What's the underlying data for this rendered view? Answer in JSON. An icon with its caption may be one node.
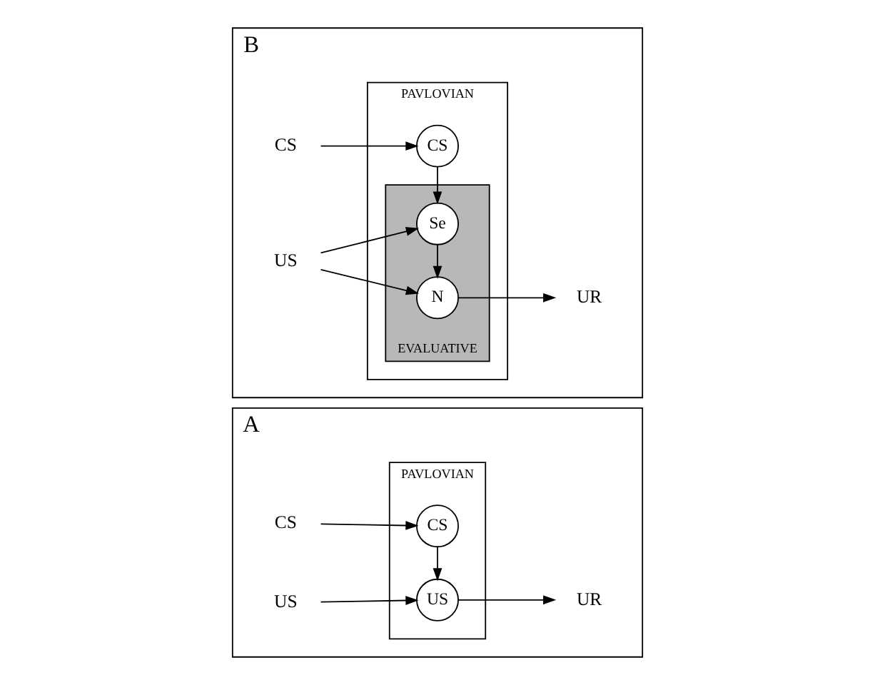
{
  "diagram": {
    "nodes": [
      {
        "text": [
          "A"
        ]
      },
      {
        "text": [
          "PAVLOVIAN"
        ],
        "in": 0
      },
      {
        "text": [
          "CS"
        ],
        "in": 0
      },
      {
        "text": [
          "CS"
        ],
        "in": 1
      },
      {
        "text": [
          "US"
        ],
        "in": 0
      },
      {
        "text": [
          "US"
        ],
        "in": 1
      },
      {
        "text": [
          "UR"
        ],
        "in": 0
      },
      {
        "text": [
          "B"
        ]
      },
      {
        "text": [
          "PAVLOVIAN"
        ],
        "in": 7
      },
      {
        "text": [
          "CS"
        ],
        "in": 7
      },
      {
        "text": [
          "CS"
        ],
        "in": 8
      },
      {
        "text": [
          "EVALUATIVE"
        ],
        "in": 8
      },
      {
        "text": [
          "Se"
        ],
        "in": 11
      },
      {
        "text": [
          "US"
        ],
        "in": 7
      },
      {
        "text": [
          "N"
        ],
        "in": 11
      },
      {
        "text": [
          "UR"
        ],
        "in": 7
      }
    ],
    "edges": [
      {
        "from": 2,
        "to": 3,
        "arrow": "to"
      },
      {
        "from": 3,
        "to": 5,
        "arrow": "to"
      },
      {
        "from": 4,
        "to": 5,
        "arrow": "to"
      },
      {
        "from": 5,
        "to": 6,
        "arrow": "to"
      },
      {
        "from": 9,
        "to": 10,
        "arrow": "to"
      },
      {
        "from": 10,
        "to": 12,
        "arrow": "to"
      },
      {
        "from": 13,
        "to": 12,
        "arrow": "to"
      },
      {
        "from": 13,
        "to": 14,
        "arrow": "to"
      },
      {
        "from": 12,
        "to": 14,
        "arrow": "to"
      },
      {
        "from": 14,
        "to": 15,
        "arrow": "to"
      }
    ]
  }
}
